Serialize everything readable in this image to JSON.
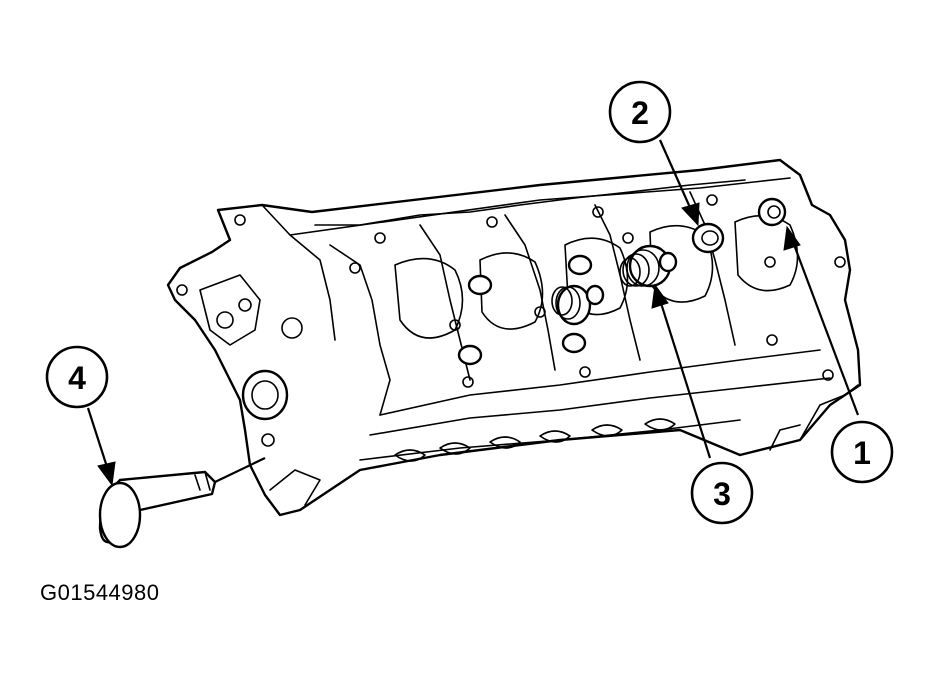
{
  "figure_id": "G01544980",
  "callouts": [
    {
      "number": "1"
    },
    {
      "number": "2"
    },
    {
      "number": "3"
    },
    {
      "number": "4"
    }
  ]
}
